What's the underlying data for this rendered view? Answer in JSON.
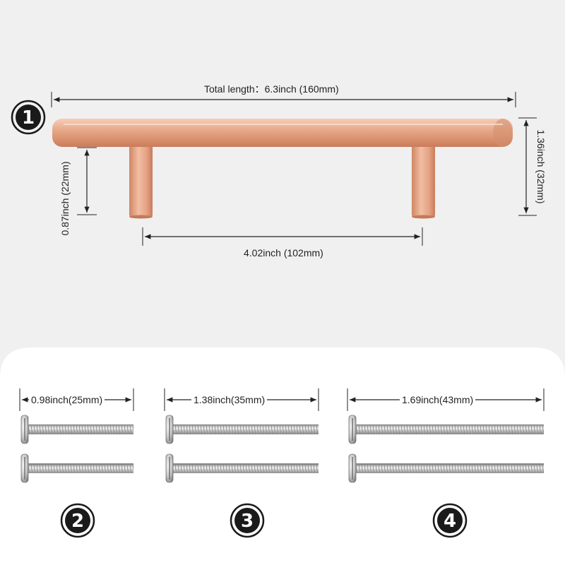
{
  "handle": {
    "badge": "1",
    "total_length_label": "Total length：6.3inch (160mm)",
    "leg_height_label": "0.87inch (22mm)",
    "total_height_label": "1.36inch (32mm)",
    "hole_spacing_label": "4.02inch (102mm)"
  },
  "screws": [
    {
      "badge": "2",
      "length_label": "0.98inch(25mm)"
    },
    {
      "badge": "3",
      "length_label": "1.38inch(35mm)"
    },
    {
      "badge": "4",
      "length_label": "1.69inch(43mm)"
    }
  ],
  "colors": {
    "background": "#f0f0f0",
    "panel": "#ffffff",
    "copper": "#e0a384",
    "dimension_line": "#222222",
    "badge": "#1a1a1a"
  }
}
